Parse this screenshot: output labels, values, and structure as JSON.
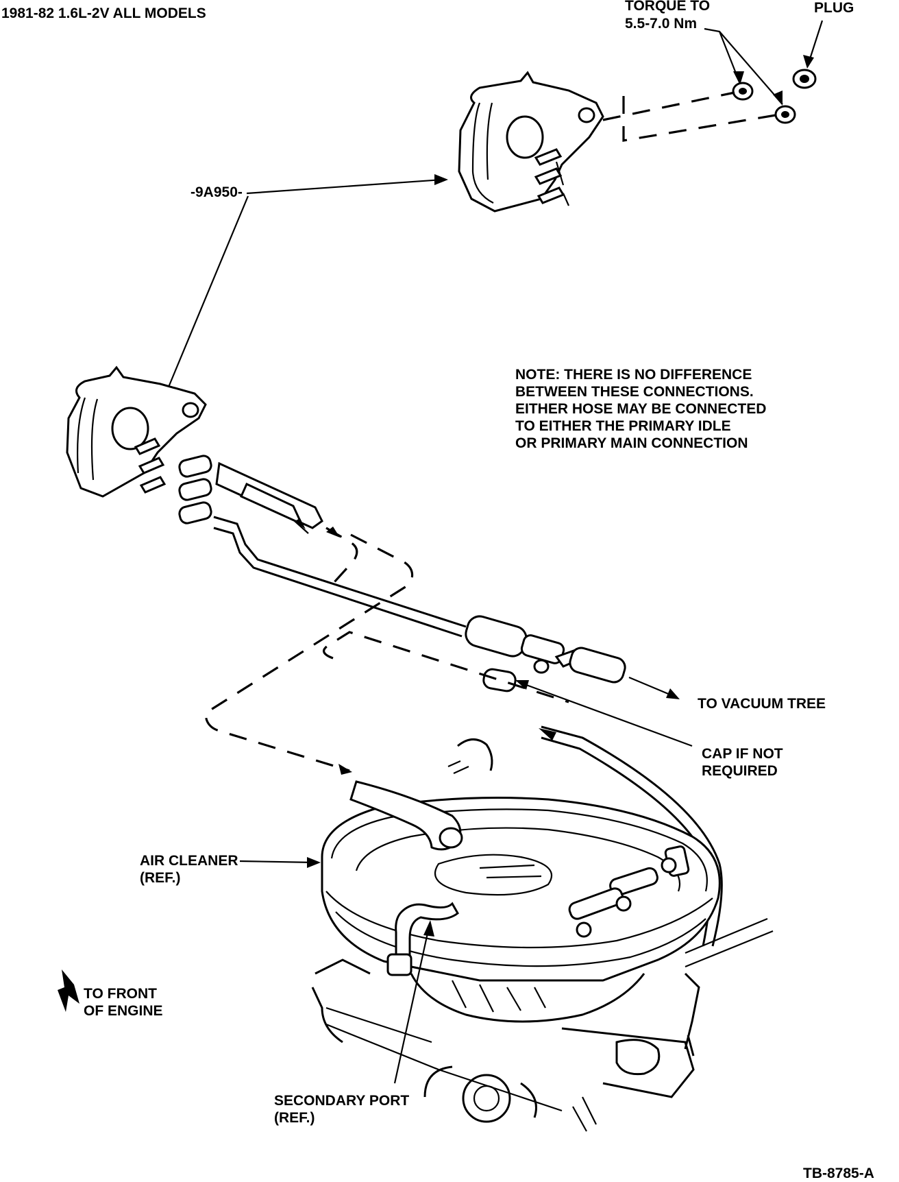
{
  "title": "1981-82 1.6L-2V ALL MODELS",
  "figure_id": "TB-8785-A",
  "labels": {
    "torque_line1": "TORQUE TO",
    "torque_line2": "5.5-7.0 Nm",
    "plug": "PLUG",
    "part_number": "-9A950-",
    "note_lines": [
      "NOTE: THERE IS NO DIFFERENCE",
      "BETWEEN THESE CONNECTIONS.",
      "EITHER HOSE MAY BE CONNECTED",
      "TO EITHER THE PRIMARY IDLE",
      "OR PRIMARY MAIN CONNECTION"
    ],
    "vacuum_tree": "TO VACUUM TREE",
    "cap_line1": "CAP IF NOT",
    "cap_line2": "REQUIRED",
    "air_cleaner_line1": "AIR CLEANER",
    "air_cleaner_line2": "(REF.)",
    "front_line1": "TO FRONT",
    "front_line2": "OF ENGINE",
    "secondary_line1": "SECONDARY PORT",
    "secondary_line2": "(REF.)"
  }
}
